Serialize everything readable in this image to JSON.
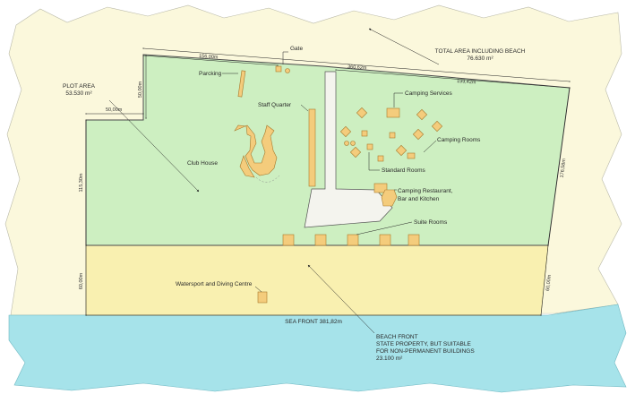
{
  "labels": {
    "total_area_title": "TOTAL AREA INCLUDING BEACH",
    "total_area_value": "76.630 m²",
    "plot_area_title": "PLOT AREA",
    "plot_area_value": "53.530 m²",
    "gate": "Gate",
    "parking": "Parcking",
    "staff_quarter": "Staff Quarter",
    "camping_services": "Camping Services",
    "camping_rooms": "Camping Rooms",
    "club_house": "Club House",
    "standard_rooms": "Standard Rooms",
    "camping_restaurant_1": "Camping Restaurant,",
    "camping_restaurant_2": "Bar and Kitchen",
    "suite_rooms": "Suite Rooms",
    "watersport": "Watersport and Diving Centre",
    "sea_front": "SEA FRONT 381,82m",
    "beach_front_1": "BEACH FRONT",
    "beach_front_2": "STATE PROPERTY, BUT SUITABLE",
    "beach_front_3": "FOR NON-PERMANENT BUILDINGS",
    "beach_front_4": "23.100 m²"
  },
  "dimensions": {
    "top_left_segment": "156,00m",
    "top_total": "360,62m",
    "top_right_segment": "199,42m",
    "left_notch_vertical": "50,00m",
    "left_notch_horizontal": "50,00m",
    "left_plot_height": "115,30m",
    "right_plot_height": "176,58m",
    "left_beach_height": "60,00m",
    "right_beach_height": "60,00m"
  },
  "colors": {
    "land": "#fbf8dc",
    "plot": "#cdefc1",
    "beach": "#f9f0b0",
    "sea": "#a6e3ea",
    "building": "#f4cc7c",
    "building_stroke": "#a8782a",
    "road": "#f4f4ee"
  }
}
